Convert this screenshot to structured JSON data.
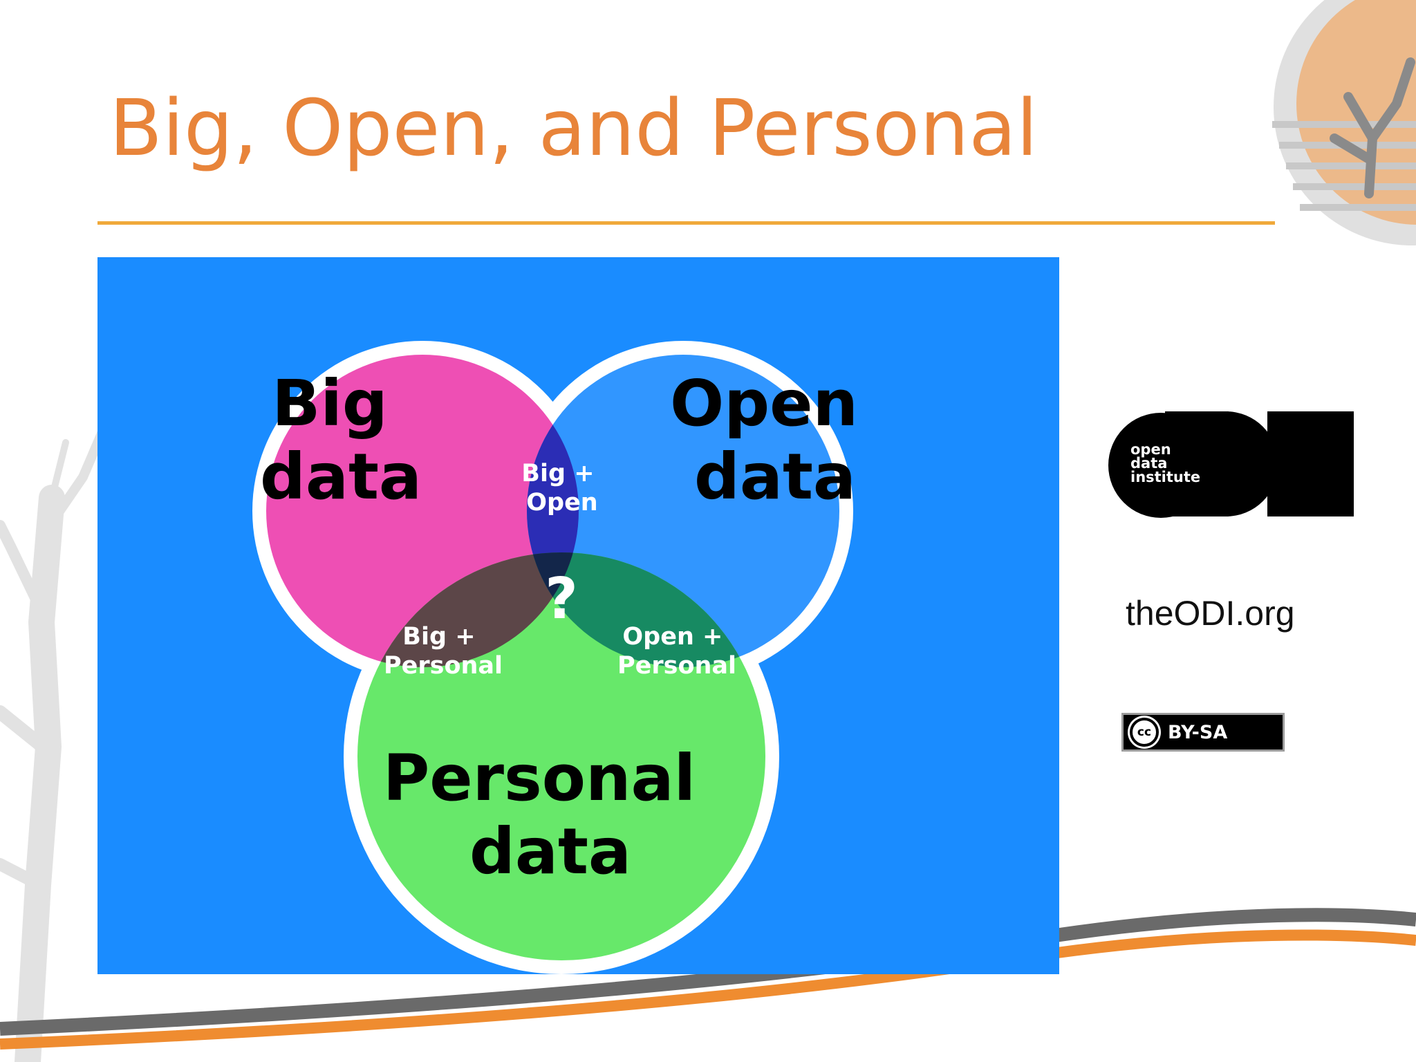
{
  "slide": {
    "title": "Big, Open, and Personal",
    "accent_color": "#e8843a",
    "rule_color": "#f0a93a"
  },
  "venn": {
    "background_color": "#1a8cff",
    "circles": [
      {
        "id": "big",
        "label_lines": [
          "Big",
          "data"
        ],
        "color": "#ee4fb4"
      },
      {
        "id": "open",
        "label_lines": [
          "Open",
          "data"
        ],
        "color": "#3196ff"
      },
      {
        "id": "personal",
        "label_lines": [
          "Personal",
          "data"
        ],
        "color": "#67e86a"
      }
    ],
    "intersections": {
      "big_open": {
        "label_lines": [
          "Big +",
          "Open"
        ],
        "color": "#2b2db5"
      },
      "big_personal": {
        "label_lines": [
          "Big +",
          "Personal"
        ],
        "color": "#5c4648"
      },
      "open_personal": {
        "label_lines": [
          "Open +",
          "Personal"
        ],
        "color": "#178a62"
      },
      "center": {
        "label": "?",
        "color": "#13264a"
      }
    }
  },
  "sidebar": {
    "logo": {
      "text_lines": [
        "open",
        "data",
        "institute"
      ],
      "letters": "ODI"
    },
    "website": "theODI.org",
    "license": {
      "cc": "cc",
      "text": "BY-SA"
    }
  },
  "decor": {
    "swoosh_orange": "#ef8c30",
    "swoosh_gray": "#6a6a6a",
    "tree_gray": "#d8d8d8"
  }
}
